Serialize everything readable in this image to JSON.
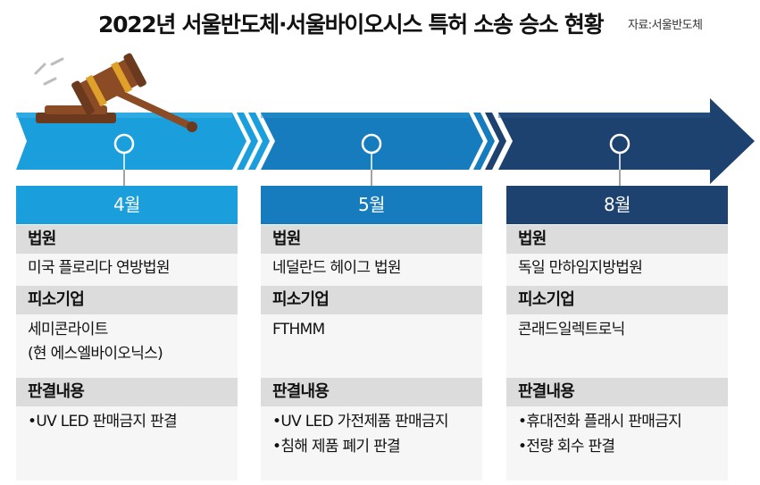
{
  "header": {
    "title": "2022년 서울반도체·서울바이오시스 특허 소송 승소 현황",
    "source": "자료:서울반도체"
  },
  "colors": {
    "stage1": "#1a9fdc",
    "stage2": "#167cbd",
    "stage3": "#1d426f",
    "section_bg": "#dcdcdc",
    "card_bg": "#f6f6f6"
  },
  "icons": [
    "gavel-icon",
    "timeline-arrow",
    "timeline-node-icon"
  ],
  "cases": [
    {
      "month": "4월",
      "court_label": "법원",
      "court": "미국 플로리다 연방법원",
      "defendant_label": "피소기업",
      "defendant": [
        "세미콘라이트",
        "(현 에스엘바이오닉스)"
      ],
      "ruling_label": "판결내용",
      "ruling": [
        "•UV LED 판매금지 판결"
      ]
    },
    {
      "month": "5월",
      "court_label": "법원",
      "court": "네덜란드 헤이그 법원",
      "defendant_label": "피소기업",
      "defendant": [
        "FTHMM"
      ],
      "ruling_label": "판결내용",
      "ruling": [
        "•UV LED 가전제품 판매금지",
        "•침해 제품 폐기 판결"
      ]
    },
    {
      "month": "8월",
      "court_label": "법원",
      "court": "독일 만하임지방법원",
      "defendant_label": "피소기업",
      "defendant": [
        "콘래드일렉트로닉"
      ],
      "ruling_label": "판결내용",
      "ruling": [
        "•휴대전화 플래시 판매금지",
        "•전량 회수 판결"
      ]
    }
  ]
}
